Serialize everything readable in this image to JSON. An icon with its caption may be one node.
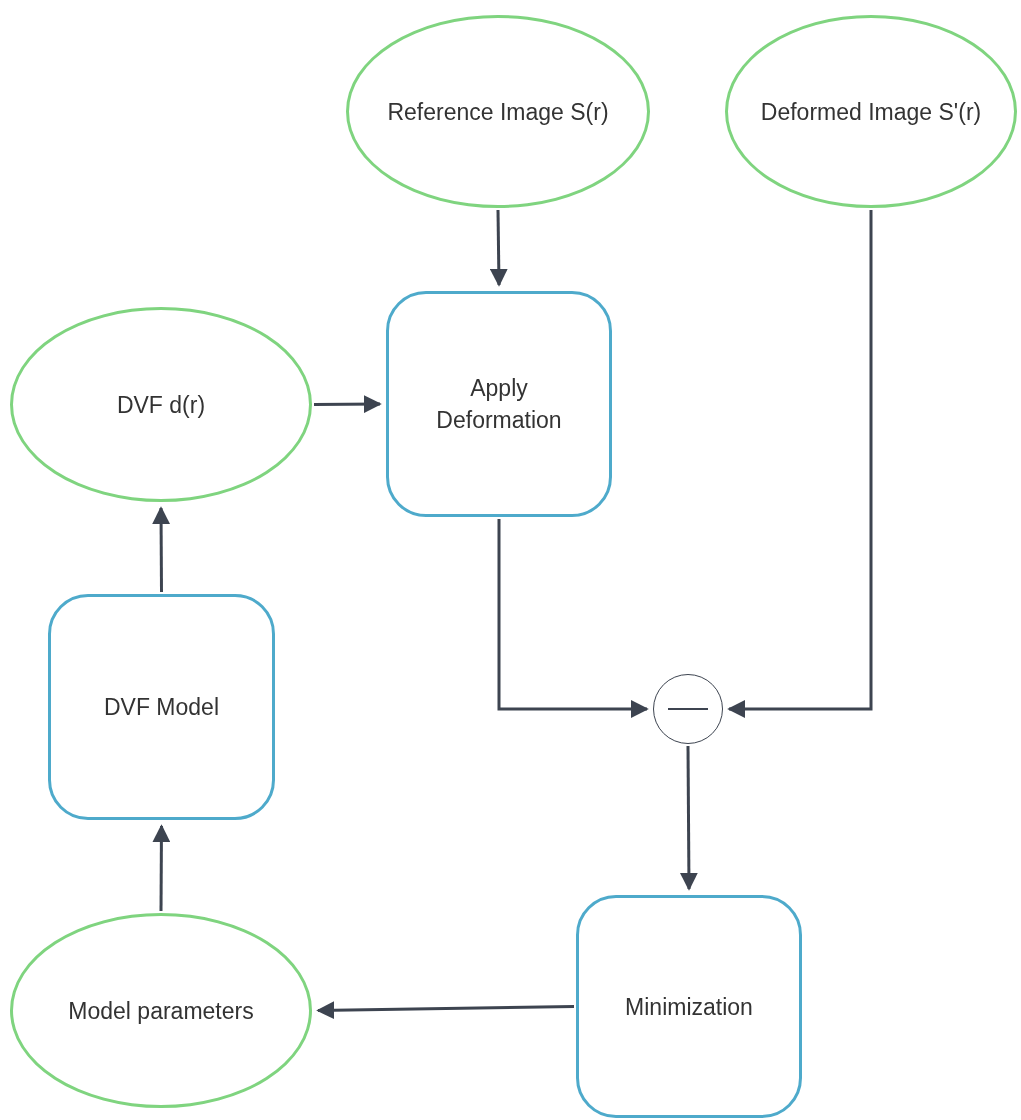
{
  "diagram": {
    "nodes": [
      {
        "text": [
          "Reference Image S(r)"
        ]
      },
      {
        "text": [
          "Deformed Image S'(r)"
        ]
      },
      {
        "text": [
          "DVF d(r)"
        ]
      },
      {
        "text": [
          "Apply Deformation"
        ]
      },
      {
        "text": [
          "DVF Model"
        ]
      },
      {
        "text": [],
        "shape": "circle"
      },
      {
        "text": [
          "Minimization"
        ]
      },
      {
        "text": [
          "Model parameters"
        ]
      }
    ],
    "edges": [
      {
        "from": 0,
        "to": 3,
        "arrow": "to"
      },
      {
        "from": 2,
        "to": 3,
        "arrow": "to"
      },
      {
        "from": 3,
        "to": 5,
        "arrow": "to"
      },
      {
        "from": 1,
        "to": 5,
        "arrow": "to"
      },
      {
        "from": 5,
        "to": 6,
        "arrow": "to"
      },
      {
        "from": 6,
        "to": 7,
        "arrow": "to"
      },
      {
        "from": 7,
        "to": 4,
        "arrow": "to"
      },
      {
        "from": 4,
        "to": 2,
        "arrow": "to"
      }
    ]
  }
}
